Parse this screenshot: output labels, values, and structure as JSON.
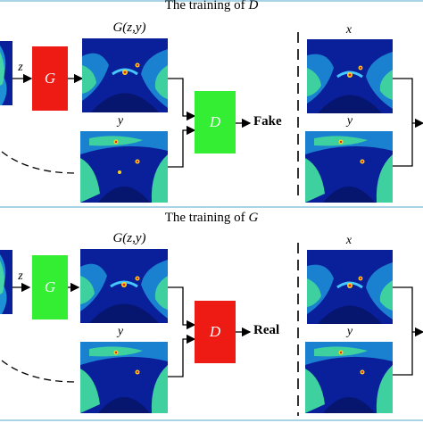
{
  "top_panel": {
    "title_prefix": "The training of ",
    "title_var": "D",
    "noise_label": "z",
    "generator_label": "G",
    "generated_label": "G(z,y)",
    "condition_label": "y",
    "discriminator_label": "D",
    "output_label": "Fake",
    "real_x_label": "x",
    "real_y_label": "y"
  },
  "bottom_panel": {
    "title_prefix": "The training of ",
    "title_var": "G",
    "noise_label": "z",
    "generator_label": "G",
    "generated_label": "G(z,y)",
    "condition_label": "y",
    "discriminator_label": "D",
    "output_label": "Real",
    "real_x_label": "x",
    "real_y_label": "y"
  },
  "colors": {
    "red_block": "#ee1a14",
    "green_block": "#33ee33",
    "separator": "#a9d3e6",
    "image_background": "#0a1f9a"
  }
}
